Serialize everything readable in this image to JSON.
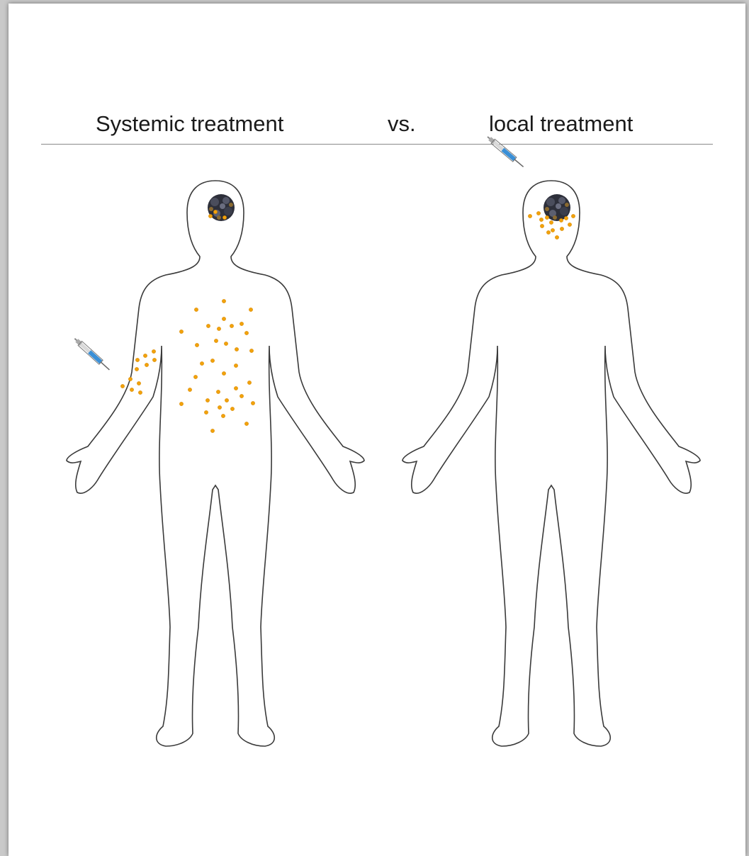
{
  "headings": {
    "left": "Systemic treatment",
    "middle": "vs.",
    "right": "local treatment"
  },
  "colors": {
    "particle": "#f2a20c",
    "tumor": "#2d2f3a",
    "syringe_fluid": "#3a8fd6",
    "outline": "#3a3a3a"
  },
  "figures": [
    {
      "name": "systemic-body",
      "injection_site": "arm",
      "particles_in": [
        "arm",
        "torso",
        "brain-tumor"
      ]
    },
    {
      "name": "local-body",
      "injection_site": "head",
      "particles_in": [
        "brain-tumor"
      ]
    }
  ]
}
